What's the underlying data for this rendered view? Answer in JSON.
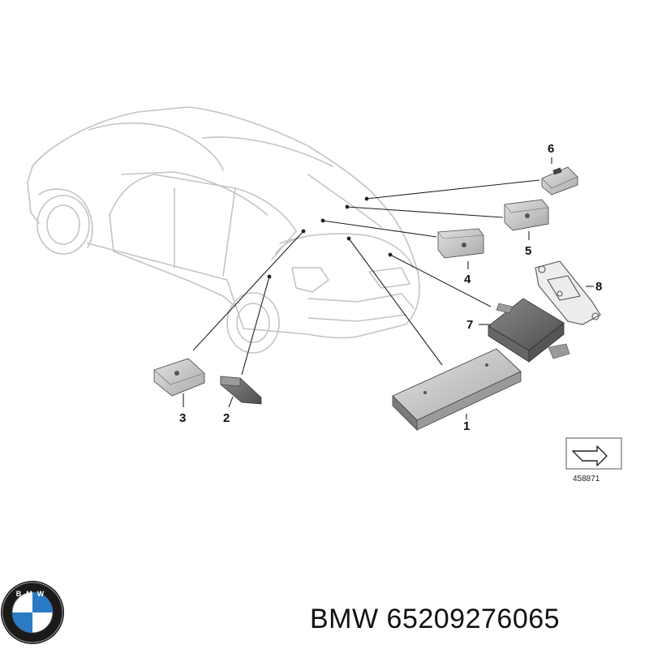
{
  "callouts": [
    {
      "id": "1",
      "label": "1"
    },
    {
      "id": "2",
      "label": "2"
    },
    {
      "id": "3",
      "label": "3"
    },
    {
      "id": "4",
      "label": "4"
    },
    {
      "id": "5",
      "label": "5"
    },
    {
      "id": "6",
      "label": "6"
    },
    {
      "id": "7",
      "label": "7"
    },
    {
      "id": "8",
      "label": "8"
    }
  ],
  "diagram_ref": "458871",
  "brand": {
    "logo_text": "BMW",
    "logo_colors": {
      "blue": "#2a7ac4",
      "white": "#ffffff",
      "ring": "#1a1a1a"
    }
  },
  "caption": {
    "brand": "BMW",
    "part_number": "65209276065"
  },
  "colors": {
    "outline": "#bdbdbd",
    "leader": "#222222",
    "module_fill": "#cfcfcf",
    "module_dark": "#7a7a7a"
  },
  "icons": [
    "direction-arrow-icon",
    "bmw-logo-icon"
  ]
}
